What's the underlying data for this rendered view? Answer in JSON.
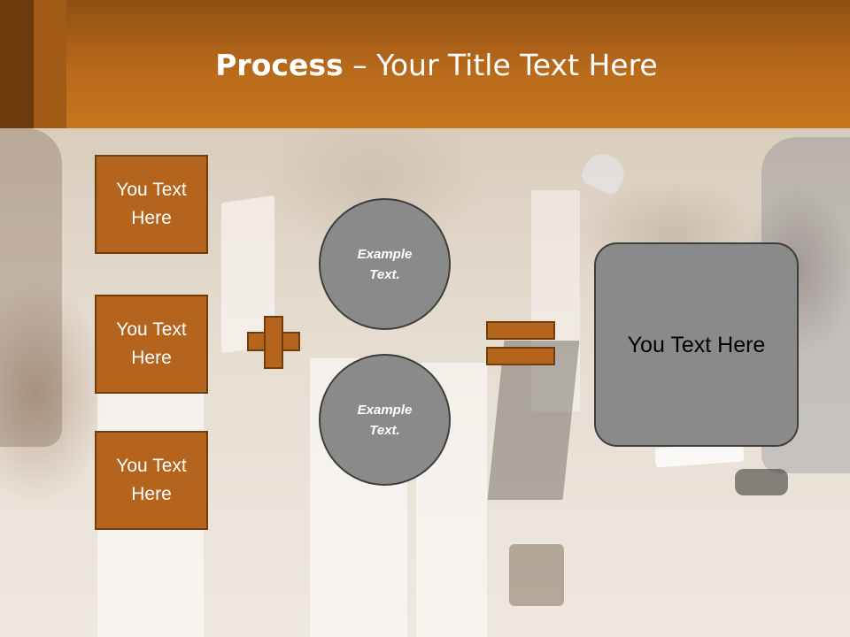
{
  "slide": {
    "title_bold": "Process",
    "title_rest": " – Your Title Text Here"
  },
  "left_boxes": [
    {
      "text": "You Text Here"
    },
    {
      "text": "You Text Here"
    },
    {
      "text": "You Text Here"
    }
  ],
  "operators": {
    "plus_icon": "plus-icon",
    "equals_icon": "equals-icon"
  },
  "circles": [
    {
      "text": "Example Text."
    },
    {
      "text": "Example Text."
    }
  ],
  "result": {
    "text": "You Text Here"
  },
  "colors": {
    "accent": "#b4641c",
    "accent_border": "#713e0d",
    "shape_gray": "#8a8a8a",
    "header": "#c5761d"
  }
}
